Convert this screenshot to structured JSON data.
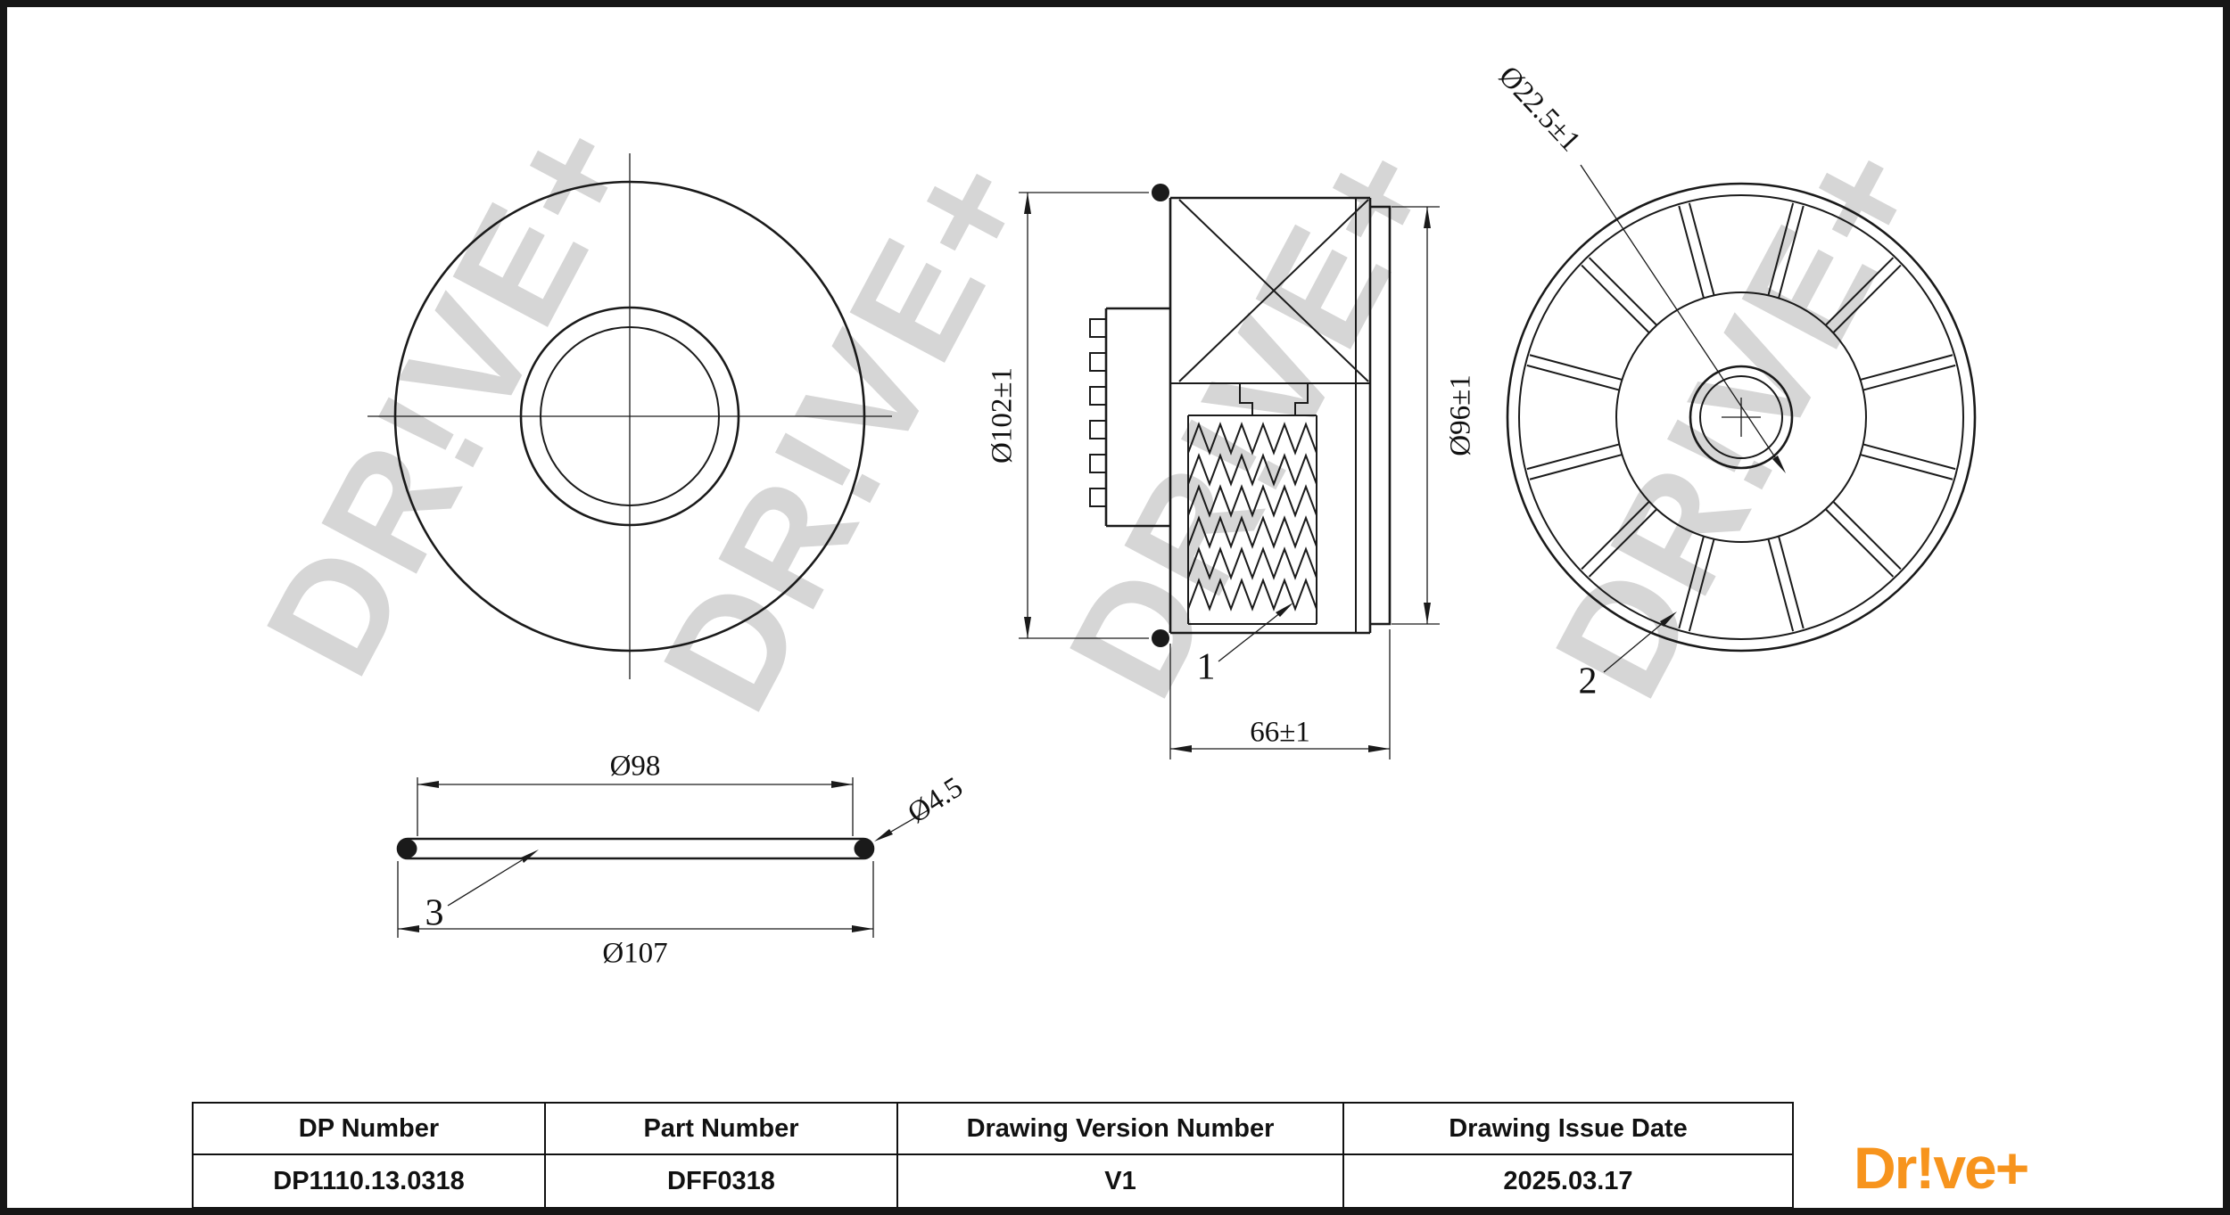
{
  "page": {
    "background": "#ffffff",
    "frame_color": "#161616",
    "line_color": "#1a1a1a"
  },
  "watermark": {
    "text": "DR!VE+",
    "color": "#d6d6d6"
  },
  "drawing": {
    "section_view": {
      "dim_outer_diameter": "Ø102±1",
      "dim_inner_diameter": "Ø96±1",
      "dim_length": "66±1",
      "callout_filter_element": "1"
    },
    "rear_view": {
      "dim_hub_diameter": "Ø22.5±1",
      "callout_housing": "2"
    },
    "oring_view": {
      "dim_inner_diameter": "Ø98",
      "dim_cross_section": "Ø4.5",
      "dim_outer_diameter": "Ø107",
      "callout_oring": "3"
    }
  },
  "title_block": {
    "headers": [
      "DP Number",
      "Part Number",
      "Drawing Version Number",
      "Drawing Issue Date"
    ],
    "values": [
      "DP1110.13.0318",
      "DFF0318",
      "V1",
      "2025.03.17"
    ]
  },
  "logo": {
    "text": "Dr!ve+",
    "color": "#F7941D"
  }
}
